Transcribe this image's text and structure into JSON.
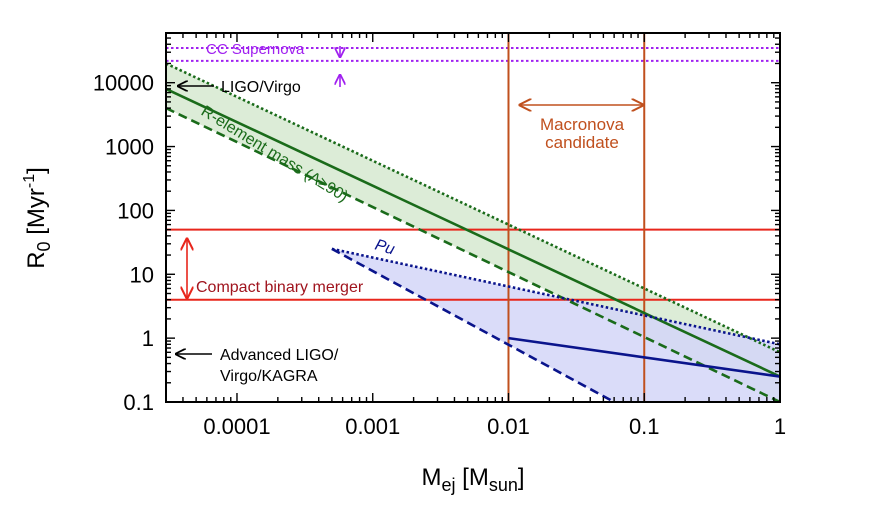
{
  "chart_data": {
    "type": "line",
    "title": "",
    "xlabel": {
      "main": "M",
      "sub": "ej",
      "rest": " [M",
      "sub2": "sun",
      "end": "]"
    },
    "ylabel": {
      "main": "R",
      "sub": "0",
      "rest": " [Myr",
      "sup": "-1",
      "end": "]"
    },
    "xscale": "log",
    "yscale": "log",
    "xlim": [
      3e-05,
      1
    ],
    "ylim": [
      0.1,
      60000
    ],
    "x_tick_values": [
      0.0001,
      0.001,
      0.01,
      0.1,
      1
    ],
    "x_tick_labels": [
      "0.0001",
      "0.001",
      "0.01",
      "0.1",
      "1"
    ],
    "y_tick_values": [
      0.1,
      1,
      10,
      100,
      1000,
      10000
    ],
    "y_tick_labels": [
      "0.1",
      "1",
      "10",
      "100",
      "1000",
      "10000"
    ],
    "colors": {
      "green": "#1a6b1a",
      "green_fill": "#dcecd7",
      "navy": "#0a148c",
      "blue_fill": "#d4d6f8",
      "red": "#e8261c",
      "darkred": "#a0141e",
      "brown": "#c0501e",
      "purple": "#a020f0",
      "black": "#000000"
    },
    "series": [
      {
        "id": "r-solid",
        "color": "green",
        "style": "solid",
        "x": [
          3e-05,
          1
        ],
        "y": [
          8000,
          0.25
        ]
      },
      {
        "id": "r-upper",
        "color": "green",
        "style": "dotted",
        "x": [
          3e-05,
          1
        ],
        "y": [
          20000,
          0.6
        ]
      },
      {
        "id": "r-lower",
        "color": "green",
        "style": "dashed",
        "x": [
          3e-05,
          1
        ],
        "y": [
          4000,
          0.1
        ]
      },
      {
        "id": "pu-upper",
        "color": "navy",
        "style": "dotted",
        "x": [
          0.0005,
          1
        ],
        "y": [
          25,
          0.8
        ]
      },
      {
        "id": "pu-solid",
        "color": "navy",
        "style": "solid",
        "x": [
          0.01,
          1
        ],
        "y": [
          1,
          0.25
        ]
      },
      {
        "id": "pu-lower",
        "color": "navy",
        "style": "dashed",
        "x": [
          0.0005,
          0.06
        ],
        "y": [
          25,
          0.1
        ]
      }
    ],
    "bands": [
      {
        "id": "r-band",
        "fill": "green_fill",
        "upper": "r-upper",
        "lower": "r-lower"
      }
    ],
    "pu_region_fill": "blue_fill",
    "hlines": [
      {
        "id": "ccsn-upper",
        "y": 35000,
        "color": "purple",
        "style": "dotted"
      },
      {
        "id": "ccsn-lower",
        "y": 22000,
        "color": "purple",
        "style": "dotted"
      },
      {
        "id": "cbm-upper",
        "y": 50,
        "color": "red",
        "style": "solid"
      },
      {
        "id": "cbm-lower",
        "y": 4,
        "color": "red",
        "style": "solid"
      }
    ],
    "vlines": [
      {
        "id": "macronova-left",
        "x": 0.01,
        "color": "brown"
      },
      {
        "id": "macronova-right",
        "x": 0.1,
        "color": "brown"
      }
    ],
    "annotations": {
      "cc_supernova": "CC Supernova",
      "ligo_virgo": "LIGO/Virgo",
      "r_element": "R-element mass (A≥90)",
      "macronova_line1": "Macronova",
      "macronova_line2": "candidate",
      "pu": "Pu",
      "compact_binary": "Compact binary merger",
      "advanced_line1": "Advanced LIGO/",
      "advanced_line2": "Virgo/KAGRA"
    }
  }
}
